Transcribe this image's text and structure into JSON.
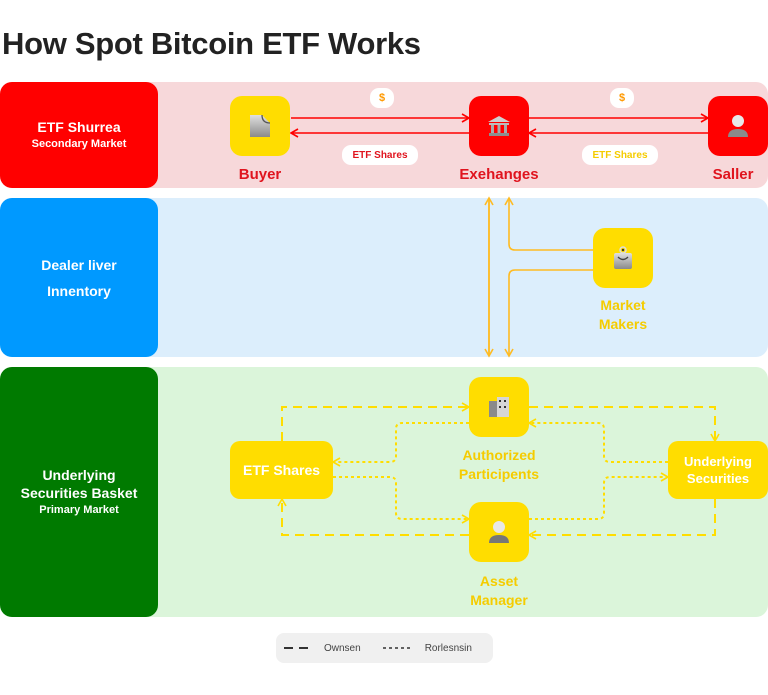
{
  "title": "How Spot Bitcoin ETF Works",
  "bands": {
    "secondary": {
      "line1": "ETF Shurrea",
      "line2": "Secondary Market",
      "color": "#ff0000",
      "background": "#f7d8da"
    },
    "dealer": {
      "line1": "Dealer liver",
      "line2": "Innentory",
      "color": "#0099ff",
      "background": "#dceefc"
    },
    "primary": {
      "line1": "Underlying",
      "line2": "Securities Basket",
      "line3": "Primary Market",
      "color": "#007a00",
      "background": "#dbf5da"
    }
  },
  "nodes": {
    "buyer": {
      "label": "Buyer",
      "icon": "document-icon"
    },
    "exchanges": {
      "label": "Exehanges",
      "icon": "bank-icon"
    },
    "seller": {
      "label": "Saller",
      "icon": "person-icon"
    },
    "market_makers": {
      "label1": "Market",
      "label2": "Makers",
      "icon": "bag-icon"
    },
    "authorized": {
      "label1": "Authorized",
      "label2": "Participents",
      "icon": "building-icon"
    },
    "asset_manager": {
      "label1": "Asset",
      "label2": "Manager",
      "icon": "person-icon"
    },
    "etf_shares": {
      "label": "ETF Shares"
    },
    "underlying": {
      "label1": "Underlying",
      "label2": "Securities"
    }
  },
  "badges": {
    "left": "$",
    "right": "$",
    "etf_left": "ETF Shares",
    "etf_right": "ETF Shares"
  },
  "legend": {
    "ownership": "Ownsen",
    "redemption": "Rorlesnsin"
  },
  "colors": {
    "red": "#ff0000",
    "yellow": "#ffdd00",
    "arrow_orange": "#ffbb22",
    "badge_orange": "#ff9900"
  }
}
